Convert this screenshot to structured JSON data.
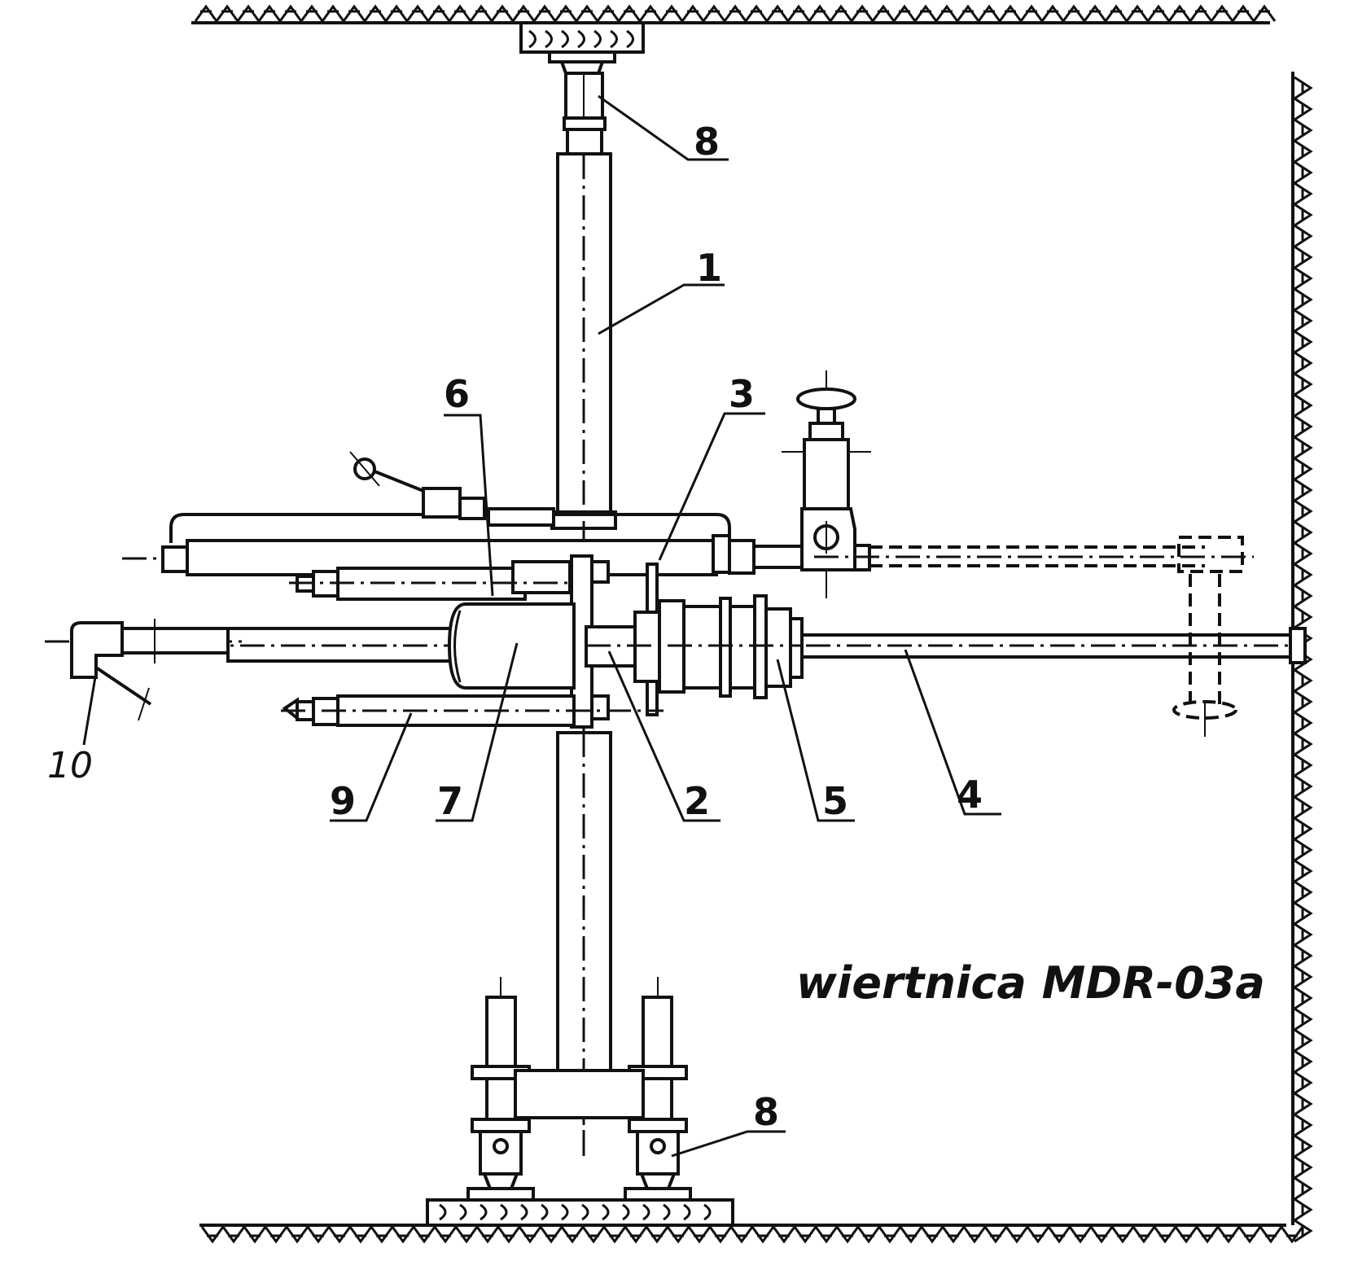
{
  "title": "wiertnica MDR-03a",
  "labels": {
    "l1": "1",
    "l2": "2",
    "l3": "3",
    "l4": "4",
    "l5": "5",
    "l6": "6",
    "l7": "7",
    "l8_top": "8",
    "l8_bottom": "8",
    "l9": "9",
    "l10": "10"
  }
}
